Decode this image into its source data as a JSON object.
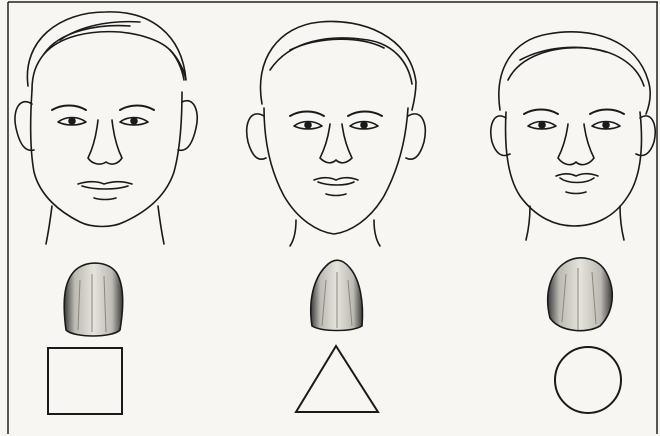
{
  "figure": {
    "background": "#f7f6f2",
    "ink": "#1a1a1a",
    "tooth_fill": "#d9d6cf",
    "tooth_shade": "#2e2e2e"
  },
  "columns": [
    {
      "face_shape": "square",
      "tooth_form": "square",
      "geometric_shape": "square"
    },
    {
      "face_shape": "tapering",
      "tooth_form": "triangular",
      "geometric_shape": "triangle"
    },
    {
      "face_shape": "ovoid",
      "tooth_form": "ovoid",
      "geometric_shape": "circle"
    }
  ]
}
